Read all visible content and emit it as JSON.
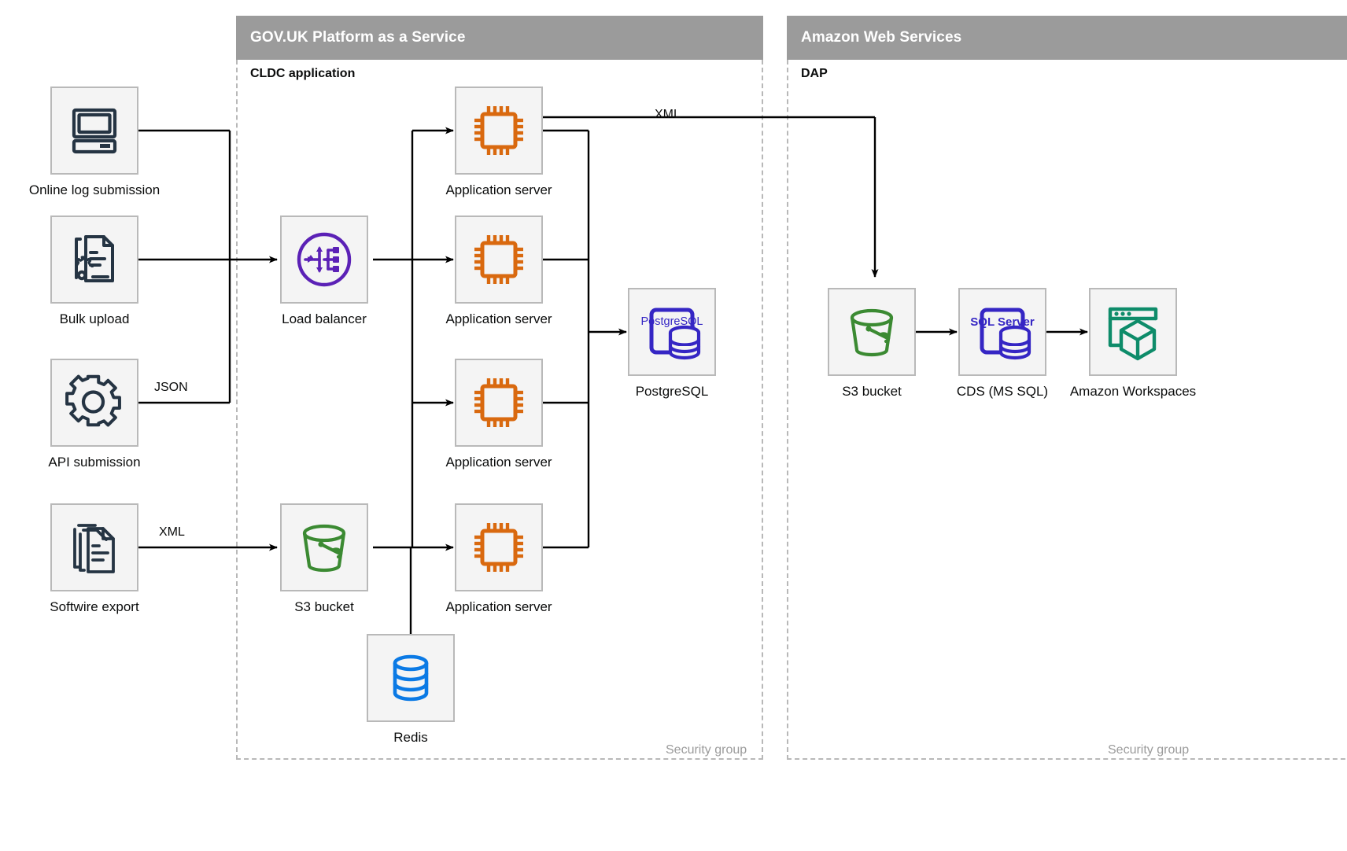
{
  "groups": [
    {
      "id": "paas",
      "title": "GOV.UK Platform as a Service",
      "subtitle": "CLDC application",
      "security_label": "Security group"
    },
    {
      "id": "aws",
      "title": "Amazon Web Services",
      "subtitle": "DAP",
      "security_label": "Security group"
    }
  ],
  "nodes": {
    "online_log": {
      "label": "Online log submission",
      "icon": "desktop-computer-icon",
      "color": "#253443"
    },
    "bulk_upload": {
      "label": "Bulk upload",
      "icon": "document-gear-icon",
      "color": "#253443"
    },
    "api_submission": {
      "label": "API submission",
      "icon": "gear-icon",
      "color": "#253443"
    },
    "softwire": {
      "label": "Softwire export",
      "icon": "documents-stack-icon",
      "color": "#253443"
    },
    "load_balancer": {
      "label": "Load balancer",
      "icon": "load-balancer-icon",
      "color": "#5b21b6"
    },
    "app1": {
      "label": "Application server",
      "icon": "cpu-chip-icon",
      "color": "#d9690f"
    },
    "app2": {
      "label": "Application server",
      "icon": "cpu-chip-icon",
      "color": "#d9690f"
    },
    "app3": {
      "label": "Application server",
      "icon": "cpu-chip-icon",
      "color": "#d9690f"
    },
    "app4": {
      "label": "Application server",
      "icon": "cpu-chip-icon",
      "color": "#d9690f"
    },
    "postgres": {
      "label": "PostgreSQL",
      "icon": "postgresql-icon",
      "color": "#3526c4",
      "badge": "PostgreSQL"
    },
    "s3_paas": {
      "label": "S3 bucket",
      "icon": "s3-bucket-icon",
      "color": "#3b8a32"
    },
    "redis": {
      "label": "Redis",
      "icon": "redis-database-icon",
      "color": "#0b7ae5"
    },
    "s3_aws": {
      "label": "S3 bucket",
      "icon": "s3-bucket-icon",
      "color": "#3b8a32"
    },
    "cds": {
      "label": "CDS (MS SQL)",
      "icon": "sql-server-icon",
      "color": "#3526c4",
      "badge": "SQL Server"
    },
    "workspaces": {
      "label": "Amazon Workspaces",
      "icon": "amazon-workspaces-icon",
      "color": "#0e8c6a"
    }
  },
  "edge_labels": [
    {
      "id": "json",
      "text": "JSON"
    },
    {
      "id": "xml_softwire",
      "text": "XML"
    },
    {
      "id": "xml_dap",
      "text": "XML"
    }
  ],
  "colors": {
    "group_header": "#9b9b9b",
    "box_fill": "#f4f4f4",
    "box_border": "#b9b9b9",
    "wire": "#000000",
    "dashed": "#b8b8b8"
  }
}
